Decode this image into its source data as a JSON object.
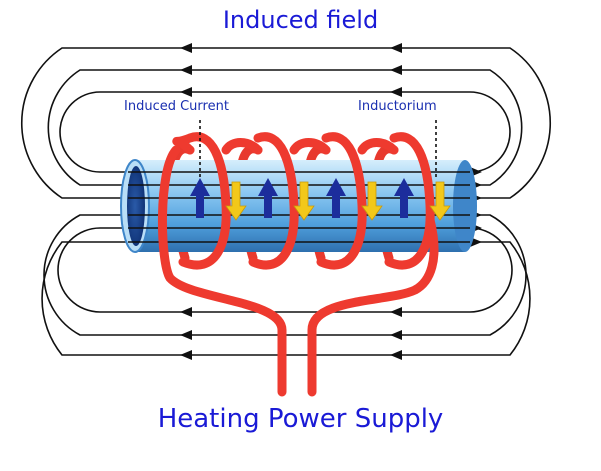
{
  "title_top": "Induced field",
  "title_bottom": "Heating Power Supply",
  "labels": {
    "induced_current": "Induced Current",
    "inductorium": "Inductorium"
  },
  "colors": {
    "text": "#1a1ad6",
    "coil": "#ee3a2f",
    "field_lines": "#111111",
    "cylinder": "#6fb8ee",
    "current_arrow": "#1c2d9c",
    "flow_arrow": "#f2c81a"
  }
}
